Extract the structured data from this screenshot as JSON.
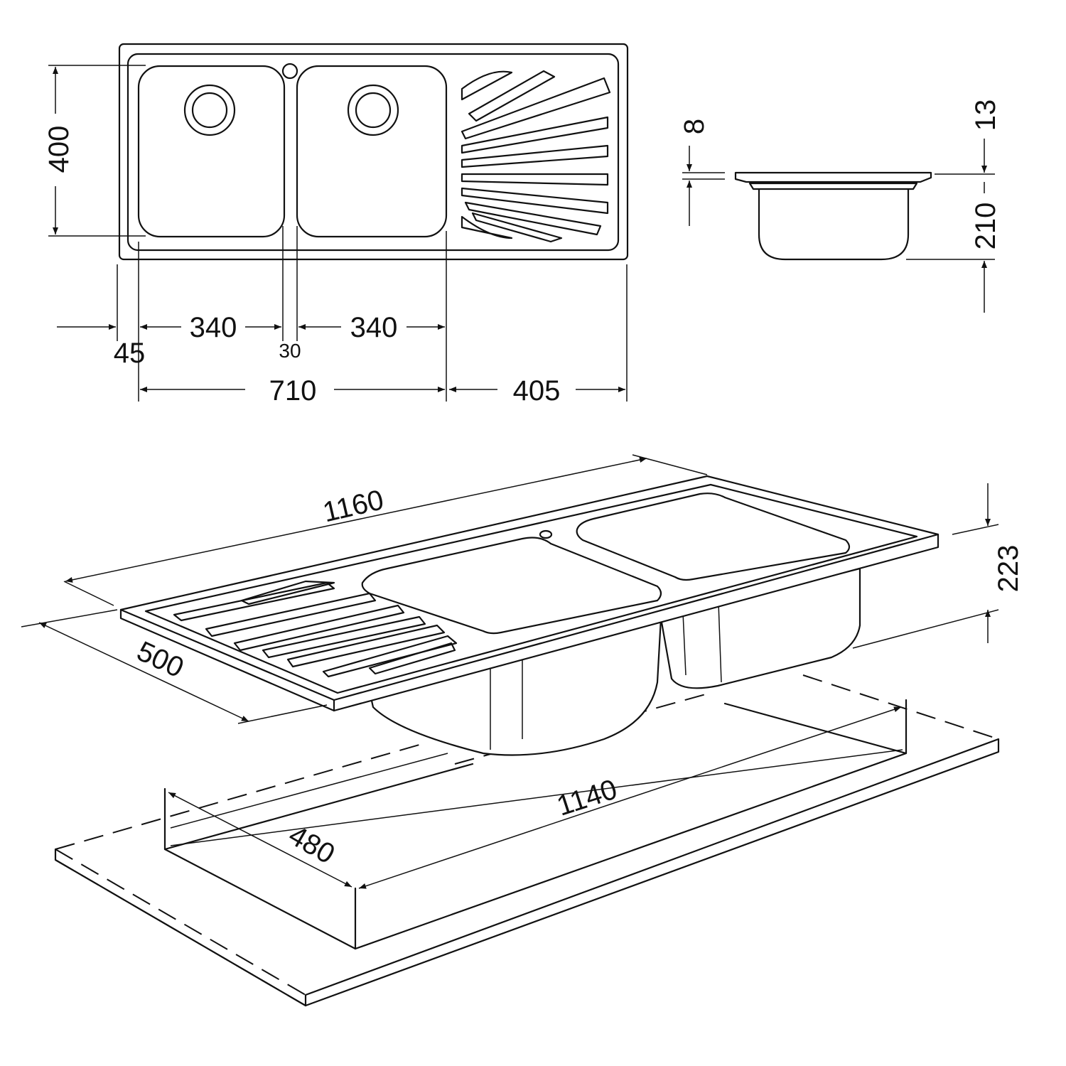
{
  "title": "Double bowl sink with drainer - dimension drawing (mm)",
  "top_view": {
    "height": "400",
    "bowl_left_width": "340",
    "bowl_right_width": "340",
    "left_margin": "45",
    "bowl_gap": "30",
    "bowls_total": "710",
    "drainer_width": "405"
  },
  "side_view": {
    "rim_thickness": "8",
    "rim_offset": "13",
    "bowl_depth": "210"
  },
  "iso_view": {
    "overall_length": "1160",
    "overall_depth": "500",
    "overall_height": "223",
    "cutout_length": "1140",
    "cutout_depth": "480"
  }
}
